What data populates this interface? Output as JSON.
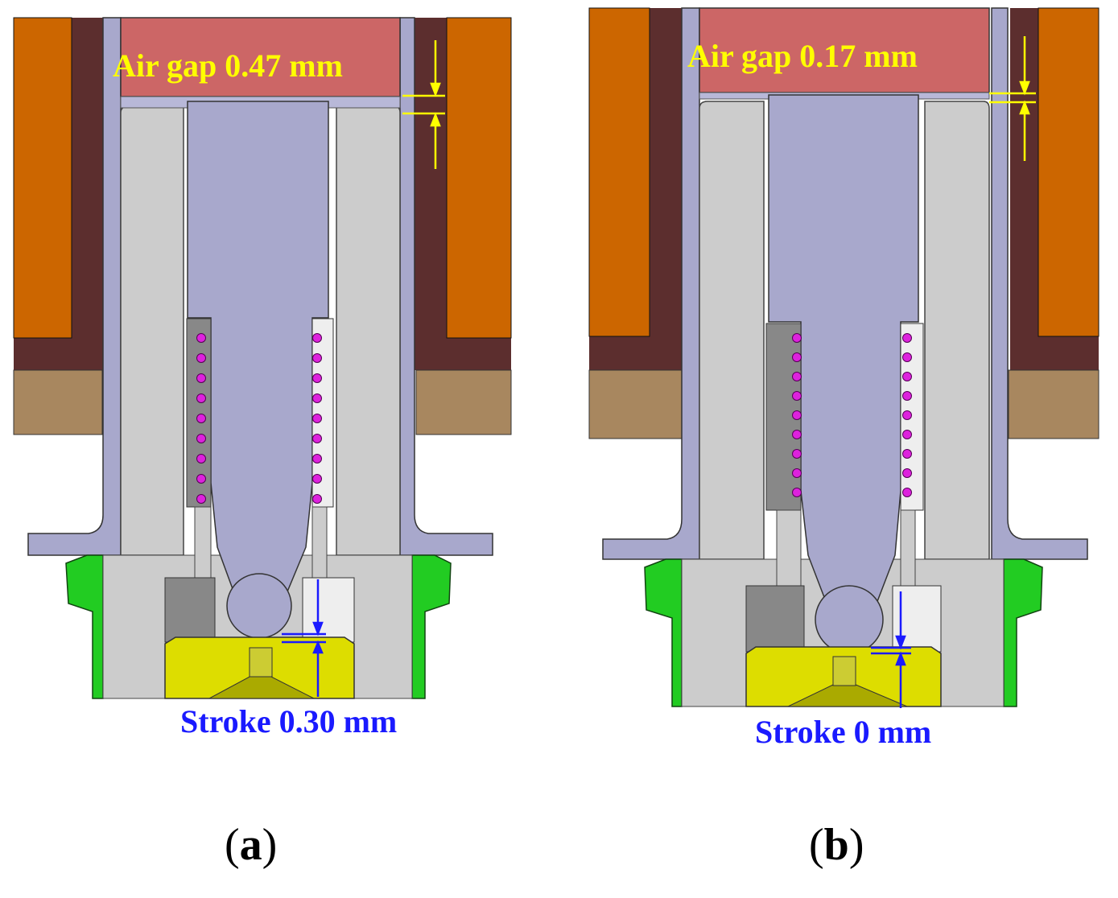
{
  "panels": [
    {
      "id": "a",
      "air_gap_label": "Air gap 0.47 mm",
      "stroke_label": "Stroke 0.30 mm",
      "caption_letter": "a",
      "air_gap_mm": 0.47,
      "stroke_mm": 0.3
    },
    {
      "id": "b",
      "air_gap_label": "Air gap 0.17 mm",
      "stroke_label": "Stroke 0 mm",
      "caption_letter": "b",
      "air_gap_mm": 0.17,
      "stroke_mm": 0
    }
  ],
  "colors": {
    "coil": "#cc6600",
    "coil_frame": "#5c2e2e",
    "pole_piece": "#cc6666",
    "armature": "#a8a8cc",
    "body": "#cccccc",
    "sleeve": "#a8a8cc",
    "base_plate": "#a8875f",
    "spring_coil": "#dd22dd",
    "seat": "#dddd00",
    "clip": "#22cc22",
    "gap_annotation": "#ffff00",
    "stroke_annotation": "#1a1aff"
  }
}
